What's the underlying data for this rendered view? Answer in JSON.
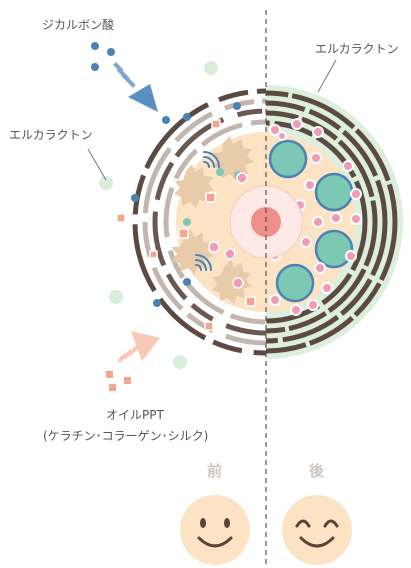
{
  "labels": {
    "dicarboxylic_acid": "ジカルボン酸",
    "elcaractone_left": "エルカラクトン",
    "elcaractone_right": "エルカラクトン",
    "oil_ppt": "オイルPPT",
    "oil_ppt_detail": "(ケラチン･コラーゲン･シルク)",
    "before": "前",
    "after": "後"
  },
  "colors": {
    "cortex": "#fbe3c4",
    "cuticle_dark": "#5c4a42",
    "cuticle_light": "#c3b6ae",
    "coat": "#dcefdc",
    "medulla": "#ee8f89",
    "medulla_ring": "#fde9e6",
    "damage": "#e8cba8",
    "teal": "#7dc8b4",
    "blue_dot": "#4a82b5",
    "pink_dot": "#f09cb8",
    "salmon": "#f4a58e",
    "face": "#fbe3c4",
    "face_line": "#5a4236"
  },
  "icons": [
    "before-face-icon",
    "after-face-icon",
    "damaged-cortex-blob-icon",
    "wifi-wave-icon"
  ]
}
